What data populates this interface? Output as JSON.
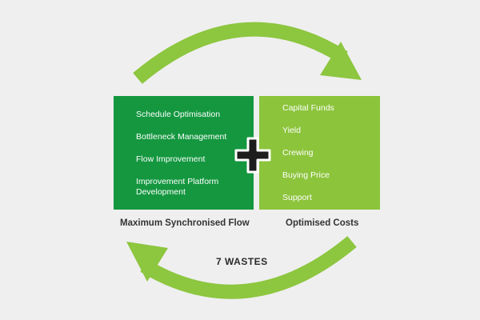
{
  "colors": {
    "background": "#efefef",
    "dark_green": "#14973f",
    "light_green": "#8cc43c",
    "arrow_green": "#8dc63f",
    "plus_fill": "#1d1d1d",
    "plus_outline": "#ffffff"
  },
  "left_box": {
    "items": [
      "Schedule Optimisation",
      "Bottleneck Management",
      "Flow Improvement",
      "Improvement Platform Development"
    ],
    "caption": "Maximum Synchronised Flow"
  },
  "right_box": {
    "items": [
      "Capital Funds",
      "Yield",
      "Crewing",
      "Buying Price",
      "Support"
    ],
    "caption": "Optimised Costs"
  },
  "center_label": "7 WASTES",
  "icons": {
    "top_arrow": "arrow-cycle-top-icon",
    "bottom_arrow": "arrow-cycle-bottom-icon",
    "plus": "plus-icon"
  }
}
